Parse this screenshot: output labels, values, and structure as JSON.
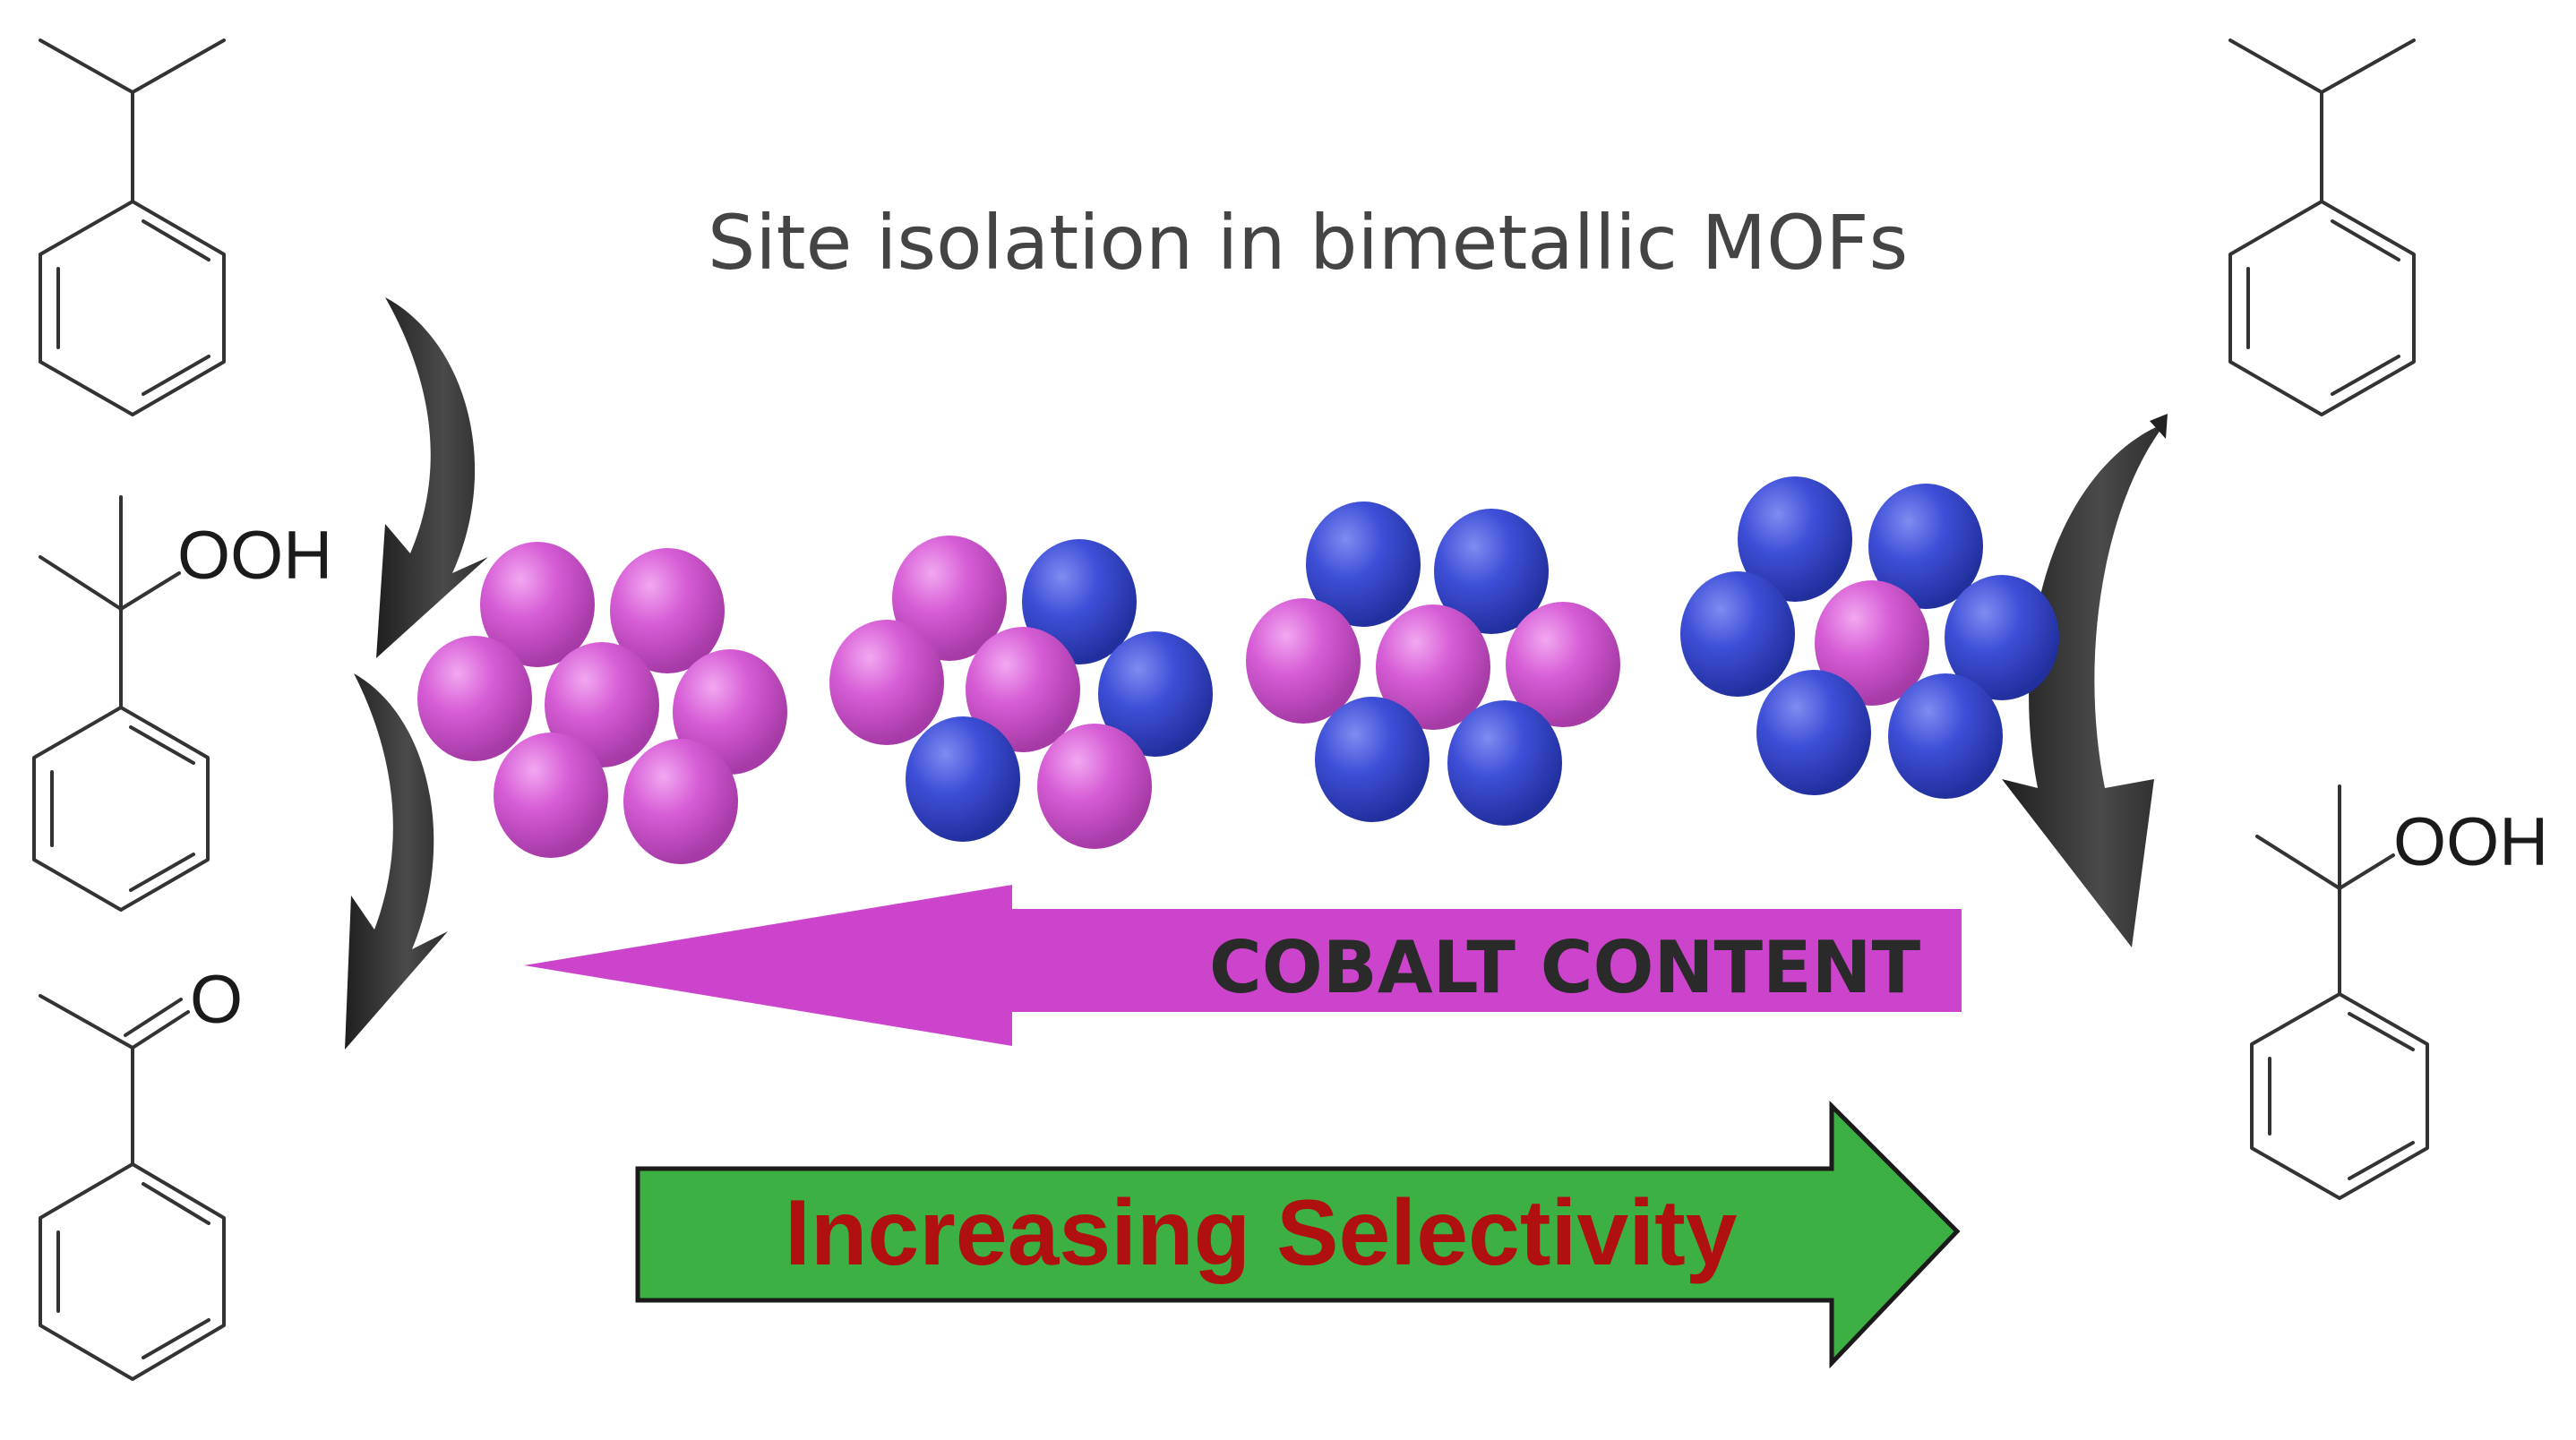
{
  "title": "Site isolation in bimetallic MOFs",
  "cobalt_arrow": {
    "label": "COBALT CONTENT",
    "color": "#cc44cc"
  },
  "selectivity_arrow": {
    "label": "Increasing Selectivity",
    "fill_color": "#3cb043",
    "text_color": "#b01010"
  },
  "molecules": {
    "left": [
      {
        "name": "cumene",
        "label": ""
      },
      {
        "name": "cumene-hydroperoxide",
        "label": "OOH"
      },
      {
        "name": "acetophenone",
        "label": "O"
      }
    ],
    "right": [
      {
        "name": "cumene",
        "label": ""
      },
      {
        "name": "cumene-hydroperoxide",
        "label": "OOH"
      }
    ]
  },
  "colors": {
    "zinc_sphere": "#d65cd6",
    "cobalt_sphere": "#3e4fd8",
    "curved_arrow": "#3a3a3a"
  },
  "clusters": [
    {
      "name": "cluster-1",
      "cobalt_count": 0,
      "total": 7
    },
    {
      "name": "cluster-2",
      "cobalt_count": 3,
      "total": 7
    },
    {
      "name": "cluster-3",
      "cobalt_count": 4,
      "total": 7
    },
    {
      "name": "cluster-4",
      "cobalt_count": 6,
      "total": 7
    }
  ]
}
